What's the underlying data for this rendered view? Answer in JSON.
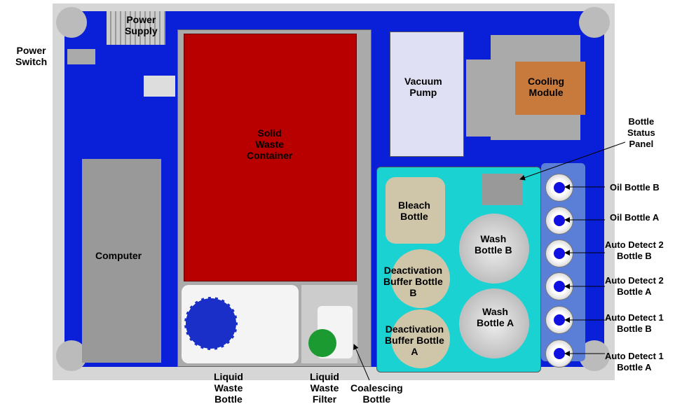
{
  "labels": {
    "power_switch": [
      "Power",
      "Switch"
    ],
    "power_supply": [
      "Power",
      "Supply"
    ],
    "solid_waste": [
      "Solid",
      "Waste",
      "Container"
    ],
    "vacuum_pump": [
      "Vacuum",
      "Pump"
    ],
    "cooling_module": [
      "Cooling",
      "Module"
    ],
    "bottle_status_panel": [
      "Bottle",
      "Status",
      "Panel"
    ],
    "computer": "Computer",
    "bleach_bottle": [
      "Bleach",
      "Bottle"
    ],
    "wash_bottle_b": [
      "Wash",
      "Bottle B"
    ],
    "wash_bottle_a": [
      "Wash",
      "Bottle A"
    ],
    "deact_b": [
      "Deactivation",
      "Buffer Bottle",
      "B"
    ],
    "deact_a": [
      "Deactivation",
      "Buffer Bottle",
      "A"
    ],
    "liquid_waste_bottle": [
      "Liquid",
      "Waste",
      "Bottle"
    ],
    "liquid_waste_filter": [
      "Liquid",
      "Waste",
      "Filter"
    ],
    "coalescing_bottle": [
      "Coalescing",
      "Bottle"
    ],
    "side_bottles": [
      [
        "Oil Bottle B"
      ],
      [
        "Oil Bottle A"
      ],
      [
        "Auto Detect 2",
        "Bottle B"
      ],
      [
        "Auto Detect 2",
        "Bottle A"
      ],
      [
        "Auto Detect 1",
        "Bottle B"
      ],
      [
        "Auto Detect 1",
        "Bottle A"
      ]
    ]
  },
  "colors": {
    "chassis": "#d6d6d6",
    "panel_blue": "#0a20d8",
    "solid_waste_red": "#b80000",
    "vacuum_pump": "#e0e0f4",
    "cooling_orange": "#c87a3c",
    "tray_cyan": "#1ad2d2",
    "bottle_rack": "#5b7fd6"
  }
}
